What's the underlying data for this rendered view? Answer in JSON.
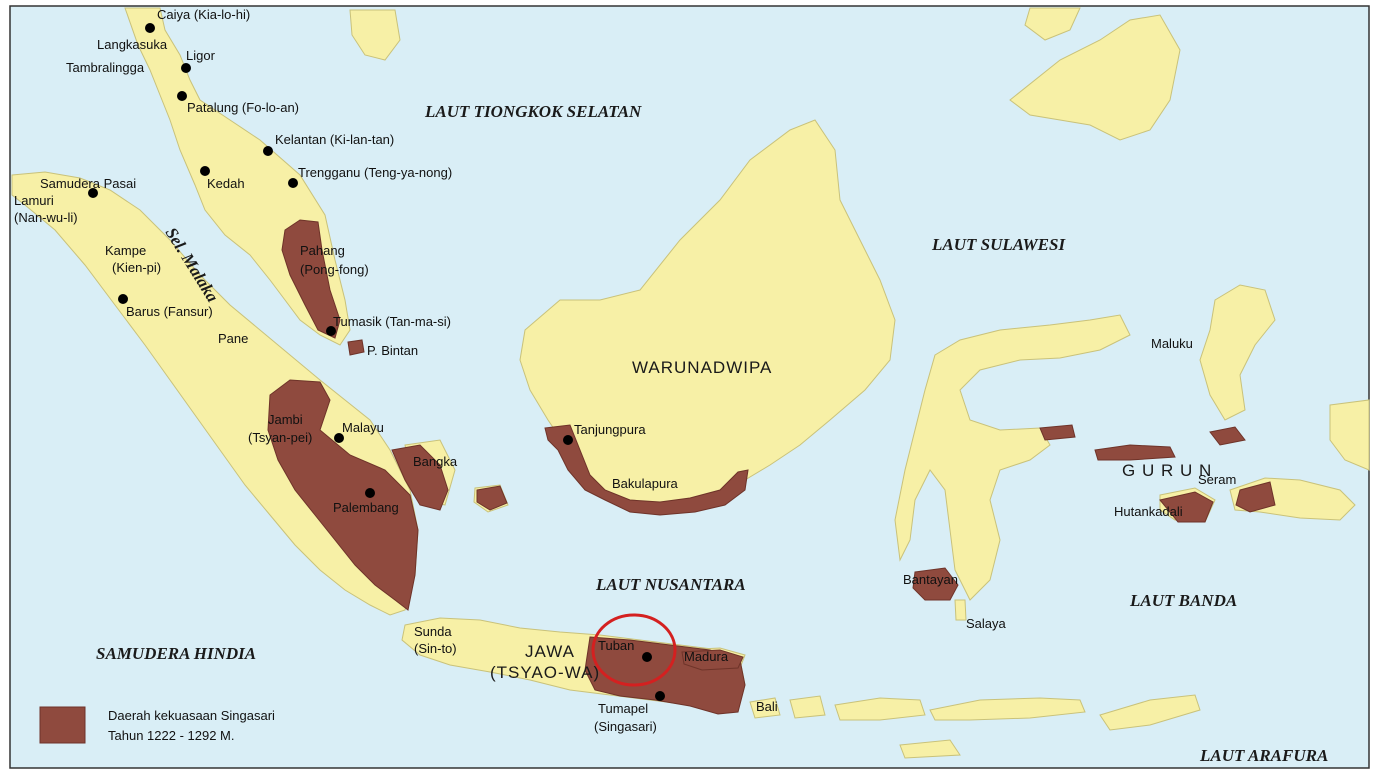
{
  "colors": {
    "sea": "#d9eef6",
    "land": "#f7f0a6",
    "power_region": "#8f4a3e",
    "highlight_circle": "#d42020"
  },
  "sea_labels": {
    "laut_tiongkok_selatan": "LAUT TIONGKOK SELATAN",
    "laut_sulawesi": "LAUT SULAWESI",
    "sel_malaka": "Sel. Malaka",
    "laut_nusantara": "LAUT NUSANTARA",
    "laut_banda": "LAUT BANDA",
    "samudera_hindia": "SAMUDERA HINDIA",
    "laut_arafura": "LAUT ARAFURA"
  },
  "region_labels": {
    "warunadwipa": "WARUNADWIPA",
    "jawa": "JAWA",
    "tsyao_wa": "(TSYAO-WA)",
    "gurun": "G U R U N"
  },
  "places": {
    "caiya": "Caiya (Kia-lo-hi)",
    "langkasuka": "Langkasuka",
    "ligor": "Ligor",
    "tambralingga": "Tambralingga",
    "patalung": "Patalung  (Fo-lo-an)",
    "kelantan": "Kelantan (Ki-lan-tan)",
    "kedah": "Kedah",
    "trengganu": "Trengganu (Teng-ya-nong)",
    "samudera_pasai": "Samudera Pasai",
    "lamuri": "Lamuri",
    "nan_wu_li": "(Nan-wu-li)",
    "kampe": "Kampe",
    "kien_pi": "(Kien-pi)",
    "pahang": "Pahang",
    "pong_fong": "(Pong-fong)",
    "barus": "Barus (Fansur)",
    "tumasik": "Tumasik (Tan-ma-si)",
    "pane": "Pane",
    "p_bintan": "P. Bintan",
    "jambi": "Jambi",
    "tsyan_pei": "(Tsyan-pei)",
    "malayu": "Malayu",
    "bangka": "Bangka",
    "palembang": "Palembang",
    "tanjungpura": "Tanjungpura",
    "bakulapura": "Bakulapura",
    "maluku": "Maluku",
    "seram": "Seram",
    "hutankadali": "Hutankadali",
    "bantayan": "Bantayan",
    "salaya": "Salaya",
    "sunda": "Sunda",
    "sin_to": "(Sin-to)",
    "tuban": "Tuban",
    "madura": "Madura",
    "tumapel": "Tumapel",
    "singasari": "(Singasari)",
    "bali": "Bali"
  },
  "legend": {
    "line1": "Daerah kekuasaan Singasari",
    "line2": "Tahun 1222 - 1292 M."
  }
}
